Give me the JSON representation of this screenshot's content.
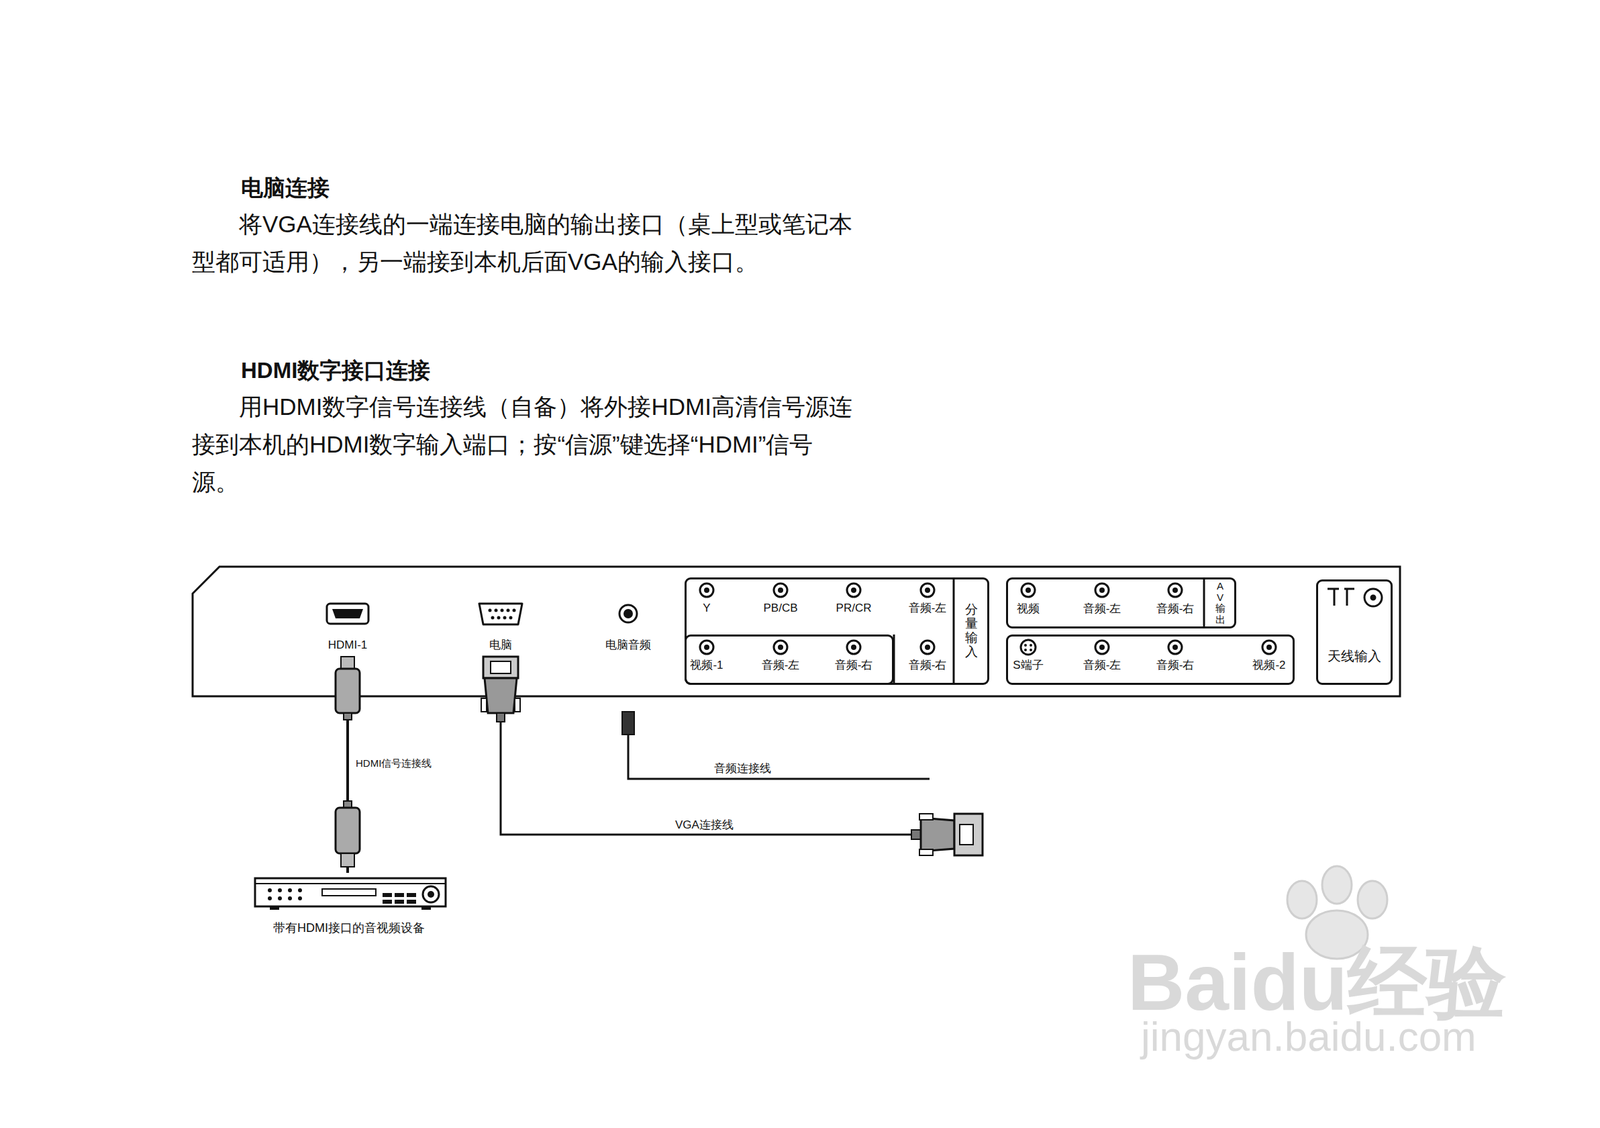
{
  "diagram": {
    "nodes": [
      {
        "text": [
          "HDMI-1"
        ]
      },
      {
        "text": [
          "电脑"
        ]
      },
      {
        "text": [
          "电脑音频"
        ]
      },
      {
        "text": [
          "Y",
          "PB/CB",
          "PR/CR",
          "音频-左",
          "音频-右",
          "分量输入"
        ]
      },
      {
        "text": [
          "视频-1",
          "音频-左",
          "音频-右"
        ],
        "in": 3
      },
      {
        "text": [
          "视频",
          "音频-左",
          "音频-右",
          "AV输出"
        ]
      },
      {
        "text": [
          "S端子",
          "音频-左",
          "音频-右",
          "视频-2"
        ]
      },
      {
        "text": [
          "天线输入"
        ]
      },
      {
        "text": [
          "带有HDMI接口的音视频设备"
        ]
      }
    ],
    "edges": [
      {
        "from": 0,
        "to": 8,
        "label": "HDMI信号连接线",
        "arrow": "none"
      }
    ],
    "labels": [
      "电脑连接",
      "将VGA连接线的一端连接电脑的输出接口（桌上型或笔记本型都可适用），另一端接到本机后面VGA的输入接口。",
      "HDMI数字接口连接",
      "用HDMI数字信号连接线（自备）将外接HDMI高清信号源连接到本机的HDMI数字输入端口；按“信源”键选择“HDMI”信号源。",
      "音频连接线",
      "VGA连接线",
      "Baidu经验",
      "jingyan.baidu.com"
    ]
  }
}
